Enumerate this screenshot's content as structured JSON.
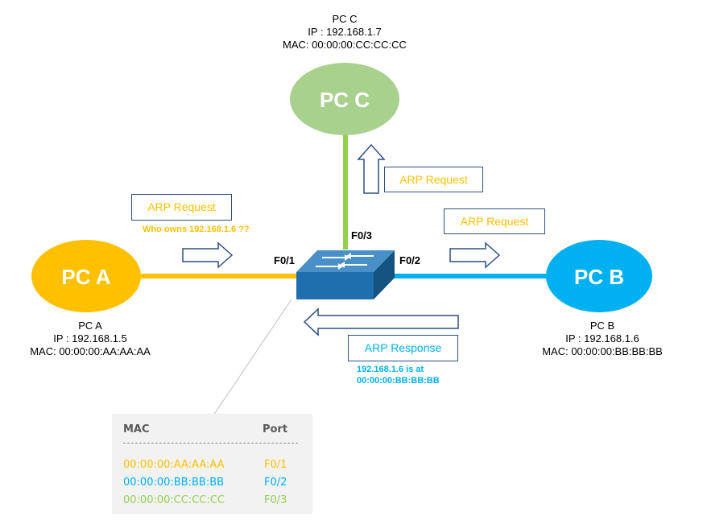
{
  "nodes": {
    "pc_c": {
      "label": "PC C",
      "name": "PC C",
      "ip": "IP : 192.168.1.7",
      "mac": "MAC: 00:00:00:CC:CC:CC",
      "color": "#a9d18e"
    },
    "pc_a": {
      "label": "PC A",
      "name": "PC A",
      "ip": "IP : 192.168.1.5",
      "mac": "MAC: 00:00:00:AA:AA:AA",
      "color": "#ffc000"
    },
    "pc_b": {
      "label": "PC B",
      "name": "PC B",
      "ip": "IP : 192.168.1.6",
      "mac": "MAC: 00:00:00:BB:BB:BB",
      "color": "#00b0f0"
    }
  },
  "switch": {
    "color": "#1f6fae",
    "icon": "switch-icon"
  },
  "ports": {
    "f01": "F0/1",
    "f02": "F0/2",
    "f03": "F0/3"
  },
  "messages": {
    "request_a": "ARP Request",
    "request_a_note": "Who owns 192.168.1.6 ??",
    "request_c": "ARP Request",
    "request_b": "ARP Request",
    "response": "ARP Response",
    "response_note_line1": "192.168.1.6 is at",
    "response_note_line2": "00:00:00:BB:BB:BB"
  },
  "colors": {
    "request_text": "#ffc000",
    "response_text": "#00b0f0",
    "box_border": "#2f4f7f",
    "arrow": "#2f4f7f",
    "line_c": "#92d050"
  },
  "mac_table": {
    "headers": {
      "mac": "MAC",
      "port": "Port"
    },
    "rows": [
      {
        "mac": "00:00:00:AA:AA:AA",
        "port": "F0/1",
        "color": "#ffc000"
      },
      {
        "mac": "00:00:00:BB:BB:BB",
        "port": "F0/2",
        "color": "#00b0f0"
      },
      {
        "mac": "00:00:00:CC:CC:CC",
        "port": "F0/3",
        "color": "#92d050"
      }
    ]
  }
}
